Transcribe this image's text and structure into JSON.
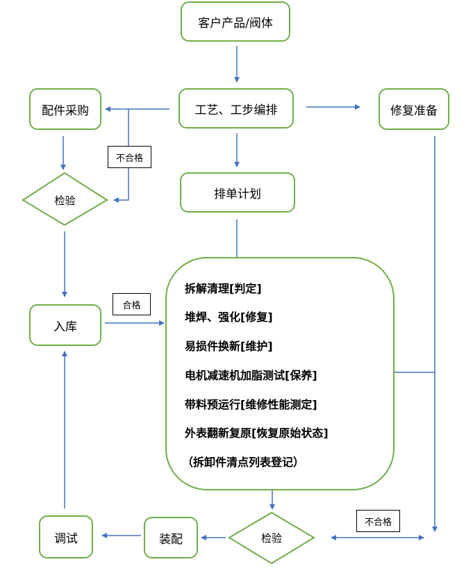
{
  "nodes": {
    "customer_product": "客户产品/阀体",
    "parts_purchase": "配件采购",
    "process_arrange": "工艺、工步编排",
    "repair_prepare": "修复准备",
    "inspect_top": "检验",
    "schedule": "排单计划",
    "warehouse": "入库",
    "debug": "调试",
    "assemble": "装配",
    "inspect_bottom": "检验"
  },
  "labels": {
    "unqualified_top": "不合格",
    "qualified": "合格",
    "unqualified_bottom": "不合格"
  },
  "main_process": {
    "steps": [
      "拆解清理[判定]",
      "堆焊、强化[修复]",
      "易损件换新[维护]",
      "电机减速机加脂测试[保养]",
      "带料预运行[维修性能测定]",
      "外表翻新复原[恢复原始状态]",
      "（拆卸件清点列表登记）"
    ]
  },
  "colors": {
    "box_border": "#70ad47",
    "arrow": "#4472c4"
  }
}
